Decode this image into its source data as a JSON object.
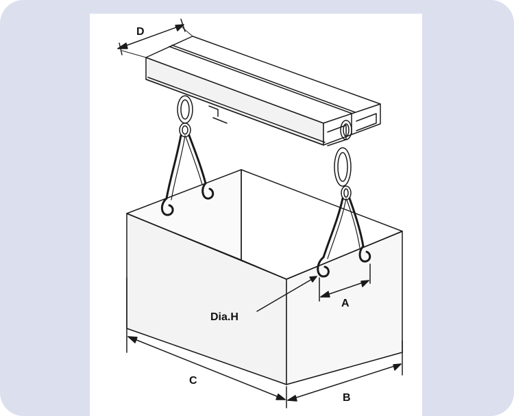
{
  "diagram": {
    "labels": {
      "A": "A",
      "B": "B",
      "C": "C",
      "D": "D",
      "dia_h": "Dia.H"
    },
    "colors": {
      "background": "#dcdfee",
      "panel": "#ffffff",
      "line": "#1a1a1a"
    }
  }
}
